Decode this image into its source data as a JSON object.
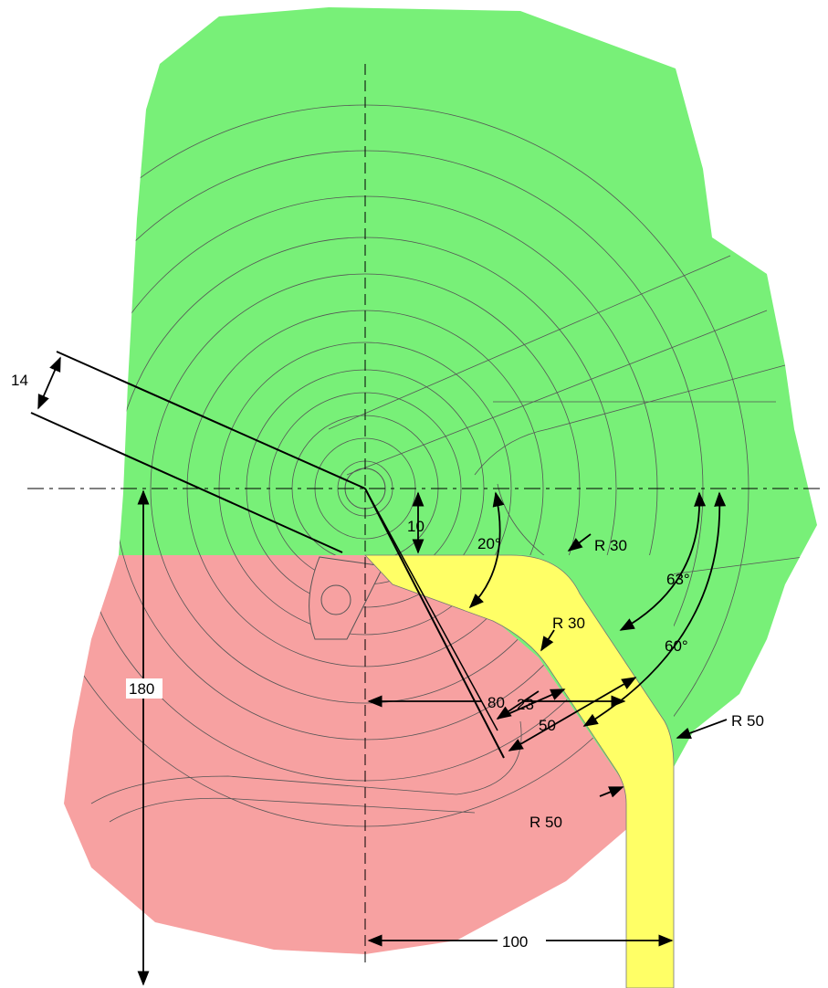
{
  "colors": {
    "upper_zone": "#78f078",
    "lower_zone": "#f7a1a1",
    "band": "#ffff66",
    "outline": "#000000",
    "contour": "#555555"
  },
  "dimensions": {
    "top_offset": "10",
    "thickness": "14",
    "height": "180",
    "angle_inner": "20°",
    "angle_63": "63°",
    "angle_60": "60°",
    "radius_top": "R 30",
    "radius_inner_top": "R 30",
    "radius_outer": "R 50",
    "radius_inner": "R 50",
    "len_23": "23",
    "len_50": "50",
    "width_80": "80",
    "width_100": "100"
  }
}
